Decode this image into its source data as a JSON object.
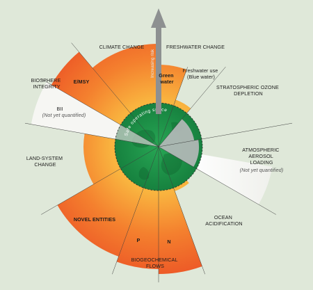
{
  "top_axis_label": "Increasing risk",
  "safe_space_label": "Safe operating space",
  "colors": {
    "background": "#dfe8d9",
    "safe_green": "#1b9a4a",
    "safe_green_dark": "#0f6f33",
    "orange_inner": "#f7a13a",
    "orange_outer": "#ef5a2a",
    "uncertainty_white": "#f5f5f2",
    "gray_wedge": "#b9bcbc",
    "arrow_gray": "#8d9091"
  },
  "sectors": [
    {
      "id": "climate-change",
      "label_lines": [
        "CLIMATE CHANGE"
      ]
    },
    {
      "id": "freshwater-change",
      "label_lines": [
        "FRESHWATER CHANGE"
      ],
      "sub": [
        {
          "id": "green-water",
          "label_lines": [
            "Green",
            "water"
          ]
        },
        {
          "id": "blue-water",
          "label_lines": [
            "Freshwater use",
            "(Blue water)"
          ]
        }
      ]
    },
    {
      "id": "stratospheric-ozone-depletion",
      "label_lines": [
        "STRATOSPHERIC OZONE",
        "DEPLETION"
      ]
    },
    {
      "id": "atmospheric-aerosol-loading",
      "label_lines": [
        "ATMOSPHERIC",
        "AEROSOL",
        "LOADING"
      ],
      "note": "(Not yet quantified)"
    },
    {
      "id": "ocean-acidification",
      "label_lines": [
        "OCEAN",
        "ACIDIFICATION"
      ]
    },
    {
      "id": "biogeochemical-flows",
      "label_lines": [
        "BIOGEOCHEMICAL",
        "FLOWS"
      ],
      "sub": [
        {
          "id": "p",
          "label_lines": [
            "P"
          ]
        },
        {
          "id": "n",
          "label_lines": [
            "N"
          ]
        }
      ]
    },
    {
      "id": "novel-entities",
      "label_lines": [
        "NOVEL ENTITIES"
      ]
    },
    {
      "id": "land-system-change",
      "label_lines": [
        "LAND-SYSTEM",
        "CHANGE"
      ]
    },
    {
      "id": "biosphere-integrity",
      "label_lines": [
        "BIOSPHERE",
        "INTEGRITY"
      ],
      "sub": [
        {
          "id": "e-msy",
          "label_lines": [
            "E/MSY"
          ]
        },
        {
          "id": "bii",
          "label_lines": [
            "BII"
          ],
          "note": "(Not yet quantified)"
        }
      ]
    }
  ]
}
